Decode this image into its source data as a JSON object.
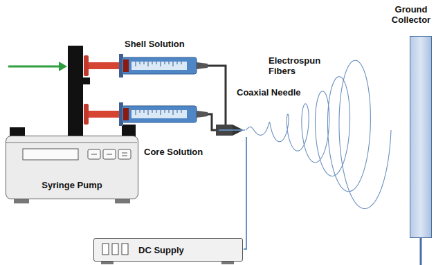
{
  "diagram": {
    "nodes": [
      {
        "text": [
          "Syringe Pump"
        ]
      },
      {
        "text": [
          "DC Supply"
        ]
      },
      {
        "text": [
          "Ground Collector"
        ]
      }
    ],
    "labels": [
      "Shell Solution",
      "Coaxial Needle",
      "Core Solution",
      "Electrospun Fibers"
    ]
  }
}
